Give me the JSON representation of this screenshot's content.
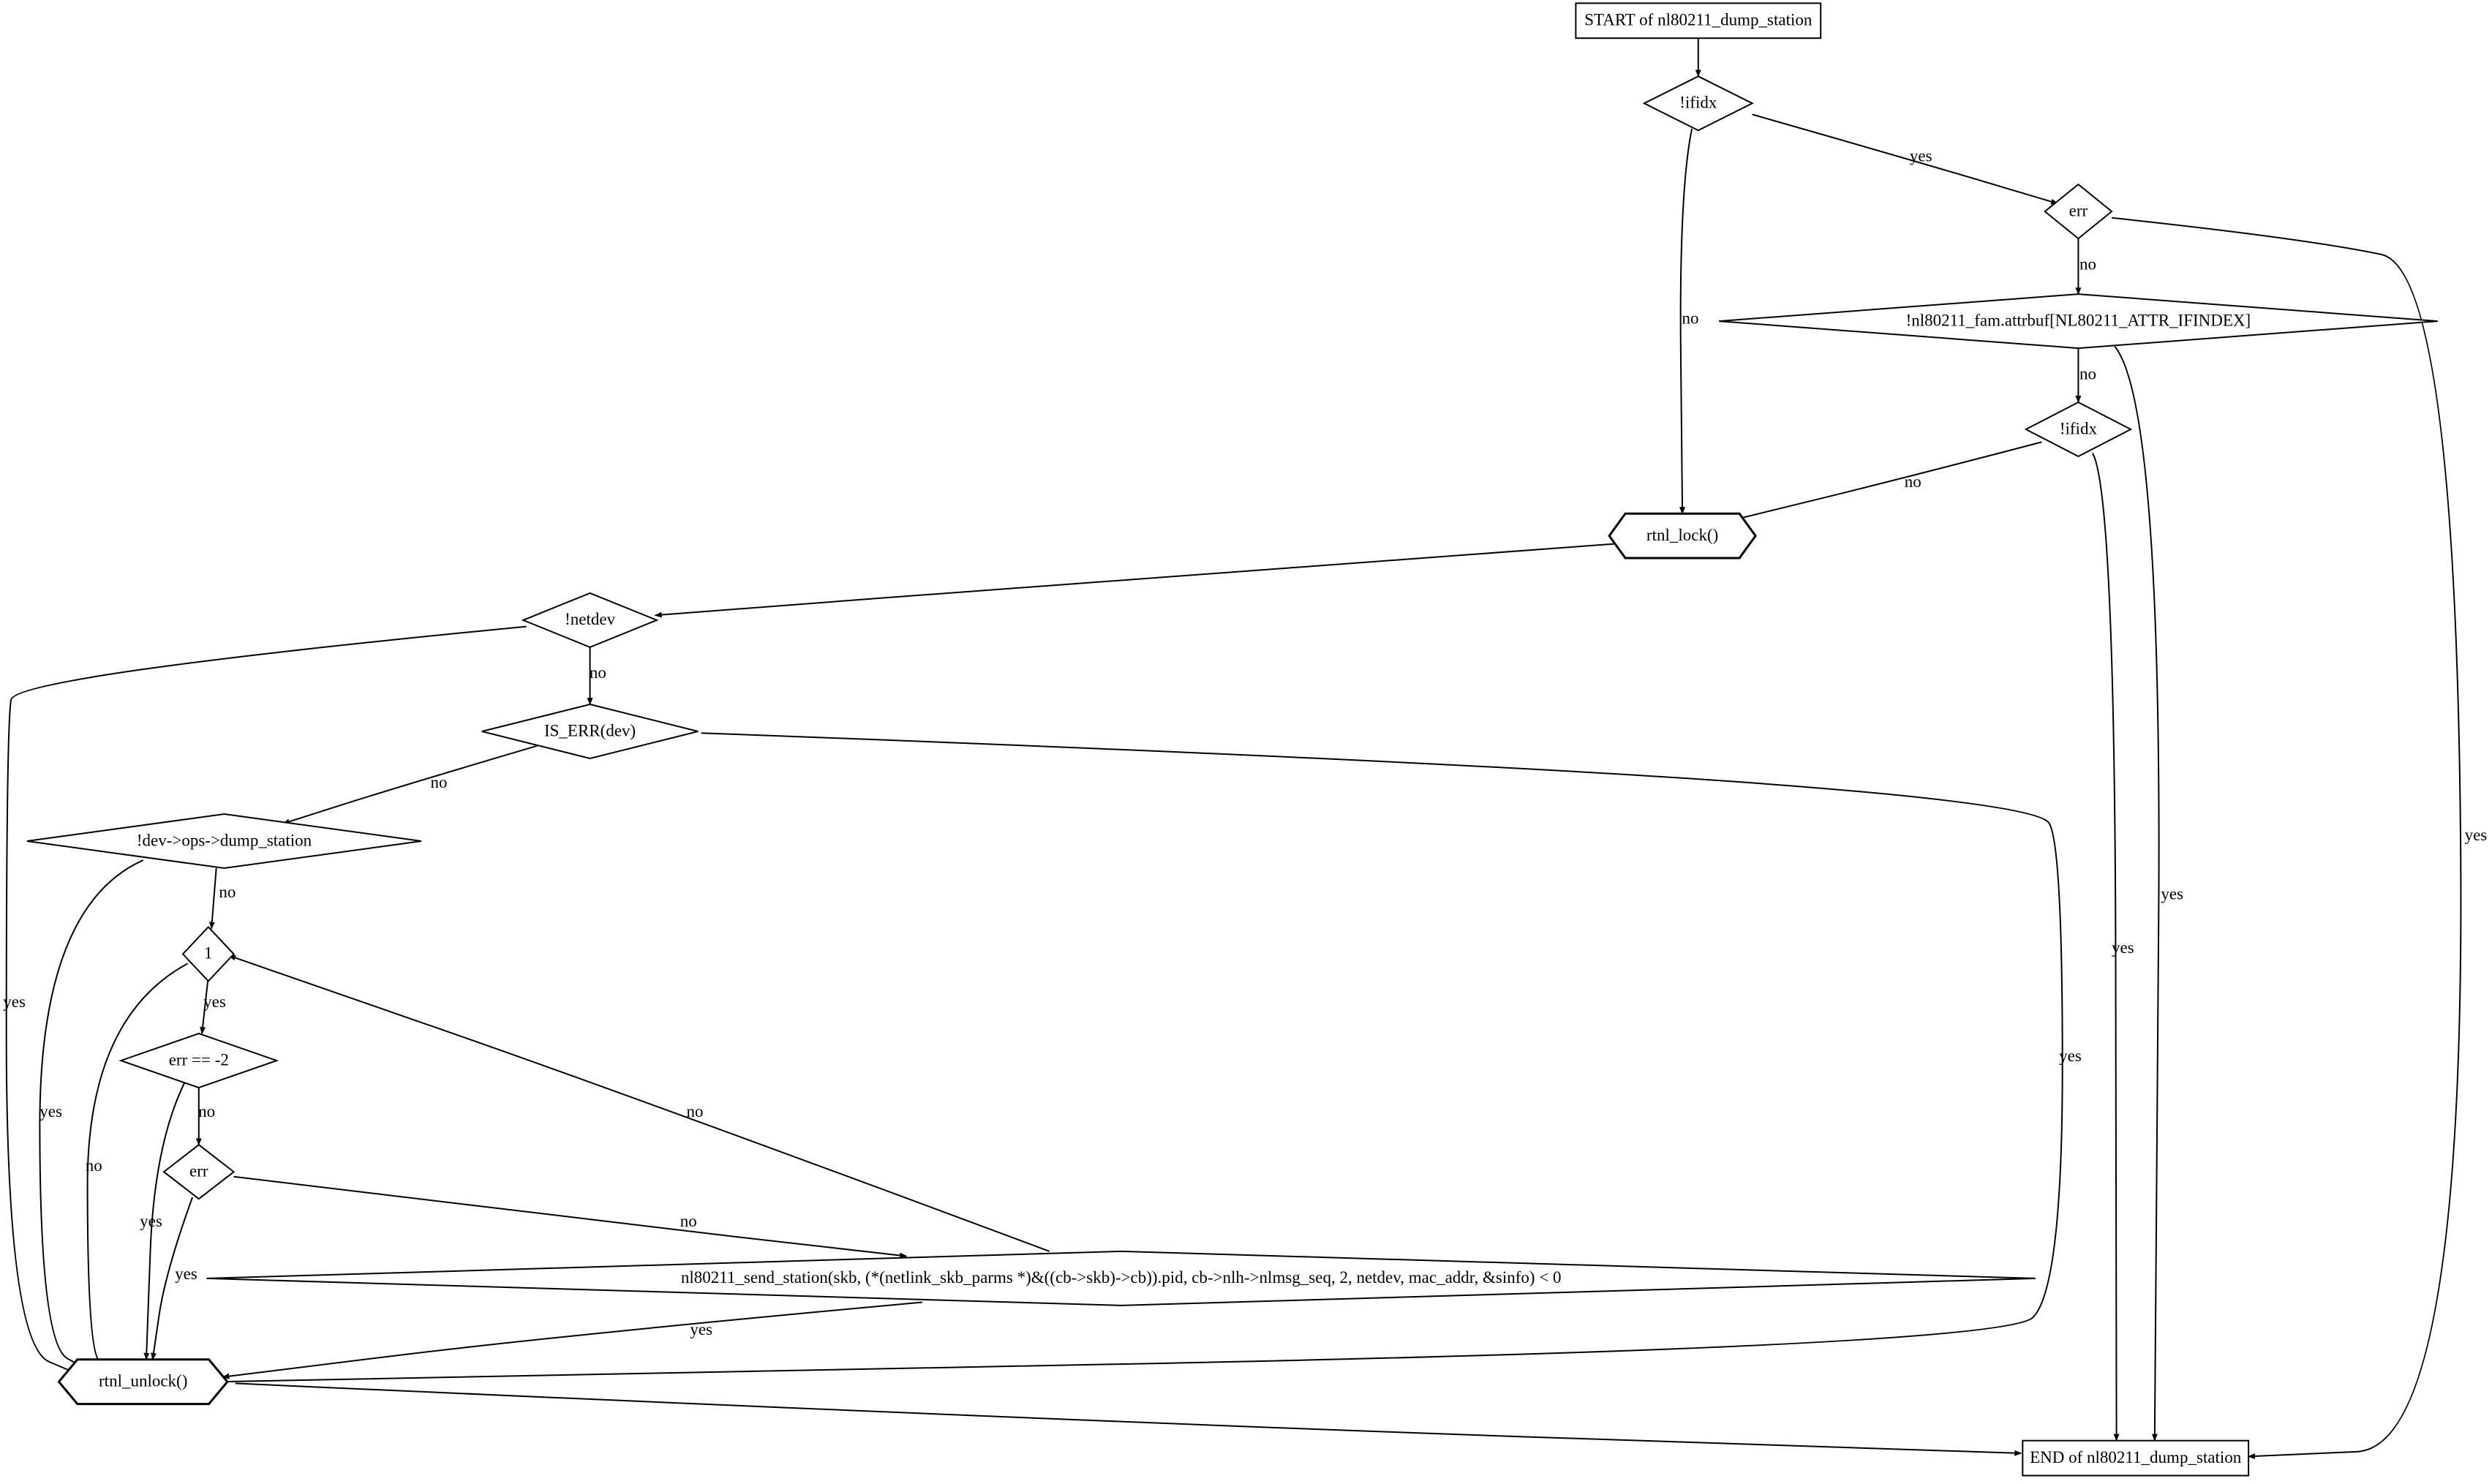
{
  "diagram": {
    "type": "control-flow-graph",
    "colors": {
      "background": "#ffffff",
      "line": "#000000",
      "hex_fill": "#add8e6",
      "hex_border": "#ccdd55"
    },
    "nodes": [
      {
        "id": "start",
        "shape": "box",
        "label": "START of nl80211_dump_station"
      },
      {
        "id": "d_ifidx1",
        "shape": "diamond",
        "label": "!ifidx"
      },
      {
        "id": "d_err1",
        "shape": "diamond",
        "label": "err"
      },
      {
        "id": "d_attr",
        "shape": "diamond",
        "label": "!nl80211_fam.attrbuf[NL80211_ATTR_IFINDEX]"
      },
      {
        "id": "d_ifidx2",
        "shape": "diamond",
        "label": "!ifidx"
      },
      {
        "id": "h_lock",
        "shape": "hexagon",
        "label": "rtnl_lock()"
      },
      {
        "id": "d_netdev",
        "shape": "diamond",
        "label": "!netdev"
      },
      {
        "id": "d_iserr",
        "shape": "diamond",
        "label": "IS_ERR(dev)"
      },
      {
        "id": "d_ops",
        "shape": "diamond",
        "label": "!dev->ops->dump_station"
      },
      {
        "id": "d_one",
        "shape": "diamond",
        "label": "1"
      },
      {
        "id": "d_errm2",
        "shape": "diamond",
        "label": "err == -2"
      },
      {
        "id": "d_err2",
        "shape": "diamond",
        "label": "err"
      },
      {
        "id": "d_send",
        "shape": "diamond",
        "label": "nl80211_send_station(skb, (*(netlink_skb_parms *)&((cb->skb)->cb)).pid, cb->nlh->nlmsg_seq, 2, netdev, mac_addr, &sinfo) < 0"
      },
      {
        "id": "h_unlock",
        "shape": "hexagon",
        "label": "rtnl_unlock()"
      },
      {
        "id": "end",
        "shape": "box",
        "label": "END of nl80211_dump_station"
      }
    ],
    "edges": [
      {
        "id": "start-ifidx1",
        "from": "start",
        "to": "d_ifidx1",
        "label": ""
      },
      {
        "id": "ifidx1-err1",
        "from": "d_ifidx1",
        "to": "d_err1",
        "label": "yes"
      },
      {
        "id": "ifidx1-lock",
        "from": "d_ifidx1",
        "to": "h_lock",
        "label": "no"
      },
      {
        "id": "err1-attr",
        "from": "d_err1",
        "to": "d_attr",
        "label": "no"
      },
      {
        "id": "err1-end",
        "from": "d_err1",
        "to": "end",
        "label": "yes"
      },
      {
        "id": "attr-ifidx2",
        "from": "d_attr",
        "to": "d_ifidx2",
        "label": "no"
      },
      {
        "id": "attr-end",
        "from": "d_attr",
        "to": "end",
        "label": "yes"
      },
      {
        "id": "ifidx2-lock",
        "from": "d_ifidx2",
        "to": "h_lock",
        "label": "no"
      },
      {
        "id": "ifidx2-end",
        "from": "d_ifidx2",
        "to": "end",
        "label": "yes"
      },
      {
        "id": "lock-netdev",
        "from": "h_lock",
        "to": "d_netdev",
        "label": ""
      },
      {
        "id": "netdev-iserr",
        "from": "d_netdev",
        "to": "d_iserr",
        "label": "no"
      },
      {
        "id": "netdev-unlock",
        "from": "d_netdev",
        "to": "h_unlock",
        "label": "yes"
      },
      {
        "id": "iserr-ops",
        "from": "d_iserr",
        "to": "d_ops",
        "label": "no"
      },
      {
        "id": "iserr-unlock",
        "from": "d_iserr",
        "to": "h_unlock",
        "label": "yes"
      },
      {
        "id": "ops-one",
        "from": "d_ops",
        "to": "d_one",
        "label": "no"
      },
      {
        "id": "ops-unlock",
        "from": "d_ops",
        "to": "h_unlock",
        "label": "yes"
      },
      {
        "id": "one-errm2",
        "from": "d_one",
        "to": "d_errm2",
        "label": "yes"
      },
      {
        "id": "one-unlock",
        "from": "d_one",
        "to": "h_unlock",
        "label": "no"
      },
      {
        "id": "errm2-err2",
        "from": "d_errm2",
        "to": "d_err2",
        "label": "no"
      },
      {
        "id": "errm2-unlock",
        "from": "d_errm2",
        "to": "h_unlock",
        "label": "yes"
      },
      {
        "id": "err2-send",
        "from": "d_err2",
        "to": "d_send",
        "label": "no"
      },
      {
        "id": "err2-unlock",
        "from": "d_err2",
        "to": "h_unlock",
        "label": "yes"
      },
      {
        "id": "send-one",
        "from": "d_send",
        "to": "d_one",
        "label": "no"
      },
      {
        "id": "send-unlock",
        "from": "d_send",
        "to": "h_unlock",
        "label": "yes"
      },
      {
        "id": "unlock-end",
        "from": "h_unlock",
        "to": "end",
        "label": ""
      }
    ]
  }
}
